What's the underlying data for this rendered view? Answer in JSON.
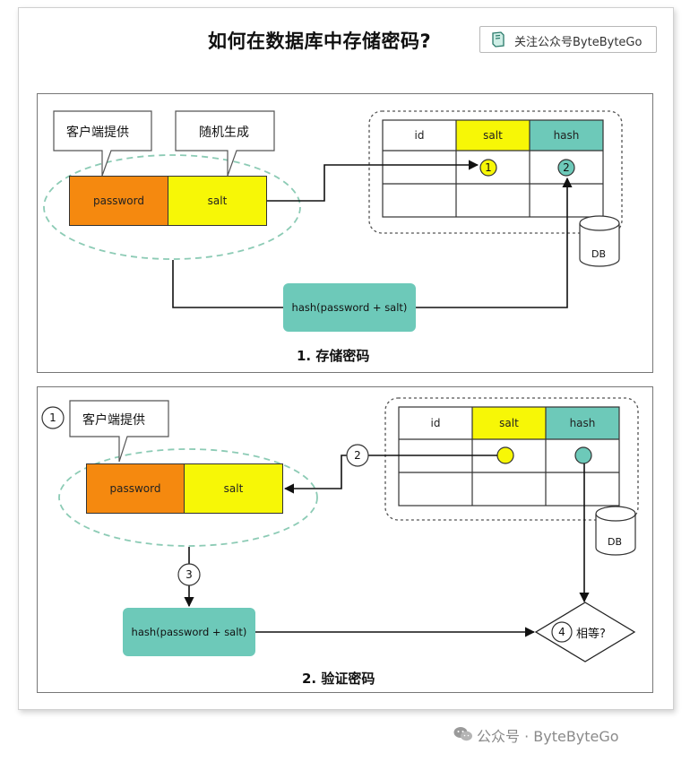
{
  "title": "如何在数据库中存储密码?",
  "badge": {
    "text": "关注公众号ByteByteGo",
    "icon": "byte-logo-icon"
  },
  "section1": {
    "caption": "1. 存储密码",
    "callout_client": "客户端提供",
    "callout_random": "随机生成",
    "password_label": "password",
    "salt_label": "salt",
    "hash_label": "hash(password + salt)",
    "table_headers": [
      "id",
      "salt",
      "hash"
    ],
    "marker_salt": "1",
    "marker_hash": "2",
    "db_label": "DB"
  },
  "section2": {
    "caption": "2. 验证密码",
    "step1": "1",
    "callout_client": "客户端提供",
    "password_label": "password",
    "salt_label": "salt",
    "hash_label": "hash(password + salt)",
    "table_headers": [
      "id",
      "salt",
      "hash"
    ],
    "step2": "2",
    "step3": "3",
    "step4": "4",
    "equal_label": "相等?",
    "db_label": "DB"
  },
  "footer": {
    "text": "公众号 · ByteByteGo",
    "icon": "wechat-icon"
  },
  "colors": {
    "password": "#f5890f",
    "salt": "#f7f706",
    "hash": "#6dc9b9",
    "dashed": "#8ccbb5"
  }
}
